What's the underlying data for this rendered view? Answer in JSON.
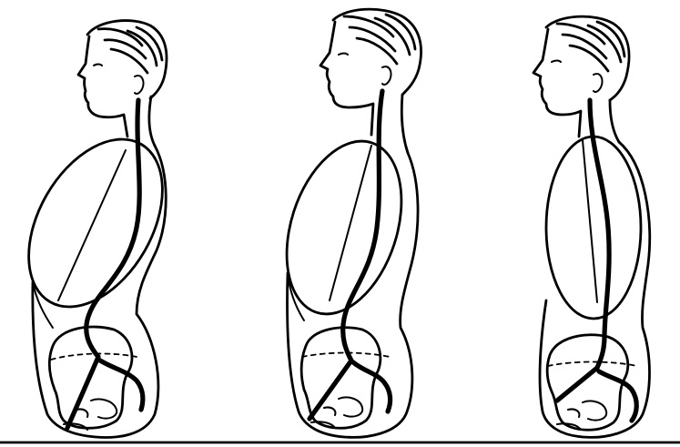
{
  "illustration": {
    "kind": "line-engraving",
    "subject": "three-figure-posture-comparison",
    "ink_color": "#000000",
    "background_color": "#ffffff",
    "figures": [
      {
        "name": "figure-left"
      },
      {
        "name": "figure-middle"
      },
      {
        "name": "figure-right"
      }
    ]
  }
}
